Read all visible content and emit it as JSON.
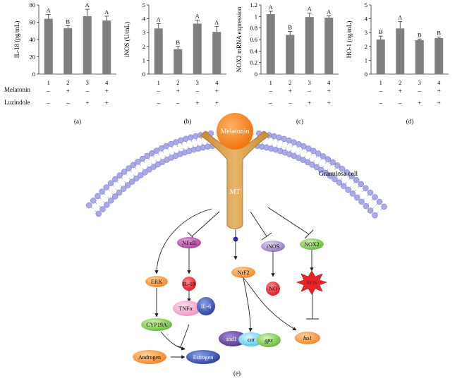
{
  "charts": [
    {
      "ylabel": "IL-18 (pg/mL)",
      "yticks": [
        "0",
        "20",
        "40",
        "60",
        "80"
      ],
      "panel": "(a)",
      "ymax": 80,
      "values": [
        64,
        53,
        67,
        62
      ],
      "errors": [
        5,
        3,
        8,
        5
      ],
      "letters": [
        "A",
        "B",
        "A",
        "A"
      ]
    },
    {
      "ylabel": "iNOS (U/mL)",
      "yticks": [
        "0",
        "1",
        "2",
        "3",
        "4",
        "5"
      ],
      "panel": "(b)",
      "ymax": 5,
      "values": [
        3.3,
        1.8,
        3.65,
        3.05
      ],
      "errors": [
        0.35,
        0.2,
        0.25,
        0.4
      ],
      "letters": [
        "A",
        "B",
        "A",
        "A"
      ]
    },
    {
      "ylabel": "NOX2 mRNA expression",
      "yticks": [
        "0",
        "0.2",
        "0.4",
        "0.6",
        "0.8",
        "1",
        "1.2"
      ],
      "panel": "(c)",
      "ymax": 1.2,
      "values": [
        1.04,
        0.68,
        0.99,
        0.98
      ],
      "errors": [
        0.05,
        0.06,
        0.07,
        0.03
      ],
      "letters": [
        "A",
        "B",
        "A",
        "A"
      ]
    },
    {
      "ylabel": "HO-1 (ng/mL)",
      "yticks": [
        "0",
        "1",
        "2",
        "3",
        "4",
        "5"
      ],
      "panel": "(d)",
      "ymax": 5,
      "values": [
        2.5,
        3.3,
        2.45,
        2.6
      ],
      "errors": [
        0.25,
        0.5,
        0.08,
        0.08
      ],
      "letters": [
        "B",
        "A",
        "B",
        "B"
      ]
    }
  ],
  "group_numbers": [
    "1",
    "2",
    "3",
    "4"
  ],
  "treatments": [
    {
      "label": "Melatonin",
      "signs": [
        "–",
        "+",
        "–",
        "+"
      ]
    },
    {
      "label": "Luzindole",
      "signs": [
        "–",
        "–",
        "+",
        "+"
      ]
    }
  ],
  "chart_data": [
    {
      "type": "bar",
      "categories": [
        "1",
        "2",
        "3",
        "4"
      ],
      "values": [
        64,
        53,
        67,
        62
      ],
      "ylabel": "IL-18 (pg/mL)",
      "ylim": [
        0,
        80
      ]
    },
    {
      "type": "bar",
      "categories": [
        "1",
        "2",
        "3",
        "4"
      ],
      "values": [
        3.3,
        1.8,
        3.65,
        3.05
      ],
      "ylabel": "iNOS (U/mL)",
      "ylim": [
        0,
        5
      ]
    },
    {
      "type": "bar",
      "categories": [
        "1",
        "2",
        "3",
        "4"
      ],
      "values": [
        1.04,
        0.68,
        0.99,
        0.98
      ],
      "ylabel": "NOX2 mRNA expression",
      "ylim": [
        0,
        1.2
      ]
    },
    {
      "type": "bar",
      "categories": [
        "1",
        "2",
        "3",
        "4"
      ],
      "values": [
        2.5,
        3.3,
        2.45,
        2.6
      ],
      "ylabel": "HO-1 (ng/mL)",
      "ylim": [
        0,
        5
      ]
    }
  ],
  "diagram": {
    "melatonin": "Melatonin",
    "receptor": "MT",
    "cell": "Granulosa cell",
    "erk": "ERK",
    "nfkb": "NFκB",
    "inos": "iNOS",
    "nox2": "NOX2",
    "il18": "IL-18",
    "no": "NO",
    "ros": "ROS",
    "nrf2": "NrF2",
    "tnfa": "TNFα",
    "il6": "IL-6",
    "cyp19a": "CYP19A",
    "sod1": "sod1",
    "cat": "cat",
    "gpx": "gpx",
    "ho1": "ho1",
    "androgen": "Androgen",
    "estrogen": "Estrogen",
    "panel": "(e)",
    "colors": {
      "bar": "#7f7f7f",
      "melatonin": "#f5821f",
      "receptor": "#d39a45",
      "lipid_head": "#a9a8e8",
      "orange_node": "#f7a352",
      "red_node": "#e8232a",
      "purple_node": "#a8389a",
      "lavender_node": "#9a7fc0",
      "green_node": "#7dcc4a",
      "pink_node": "#f19cc4",
      "blue_node": "#3b4fa8",
      "cyan_node": "#6ccff0",
      "violet_node": "#5a3d98"
    }
  }
}
